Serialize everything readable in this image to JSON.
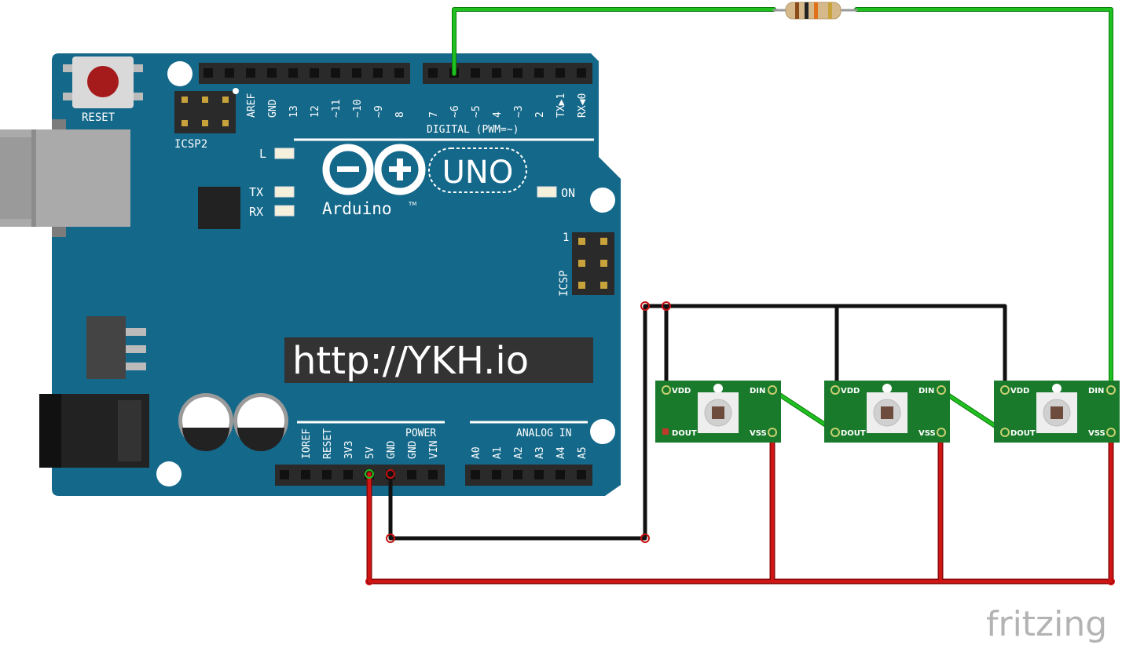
{
  "board": {
    "reset_label": "RESET",
    "icsp2_label": "ICSP2",
    "icsp_label": "ICSP",
    "icsp_pin1": "1",
    "led_l": "L",
    "led_tx": "TX",
    "led_rx": "RX",
    "led_on": "ON",
    "logo_text": "Arduino",
    "logo_tm": "TM",
    "model": "UNO",
    "digital_label": "DIGITAL (PWM=~)",
    "power_label": "POWER",
    "analog_label": "ANALOG IN",
    "digital_pins": [
      "AREF",
      "GND",
      "13",
      "12",
      "~11",
      "~10",
      "~9",
      "8",
      "7",
      "~6",
      "~5",
      "4",
      "~3",
      "2",
      "TX▶1",
      "RX◀0"
    ],
    "power_pins": [
      "IOREF",
      "RESET",
      "3V3",
      "5V",
      "GND",
      "GND",
      "VIN"
    ],
    "analog_pins": [
      "A0",
      "A1",
      "A2",
      "A3",
      "A4",
      "A5"
    ],
    "url_banner": "http://YKH.io"
  },
  "pixels": [
    {
      "vdd": "VDD",
      "din": "DIN",
      "dout": "DOUT",
      "vss": "VSS"
    },
    {
      "vdd": "VDD",
      "din": "DIN",
      "dout": "DOUT",
      "vss": "VSS"
    },
    {
      "vdd": "VDD",
      "din": "DIN",
      "dout": "DOUT",
      "vss": "VSS"
    }
  ],
  "watermark": "fritzing",
  "colors": {
    "board": "#14688a",
    "wire_data": "#20c020",
    "wire_power": "#c81010",
    "wire_ground": "#202020",
    "pixel_pcb": "#1a7a2c"
  }
}
